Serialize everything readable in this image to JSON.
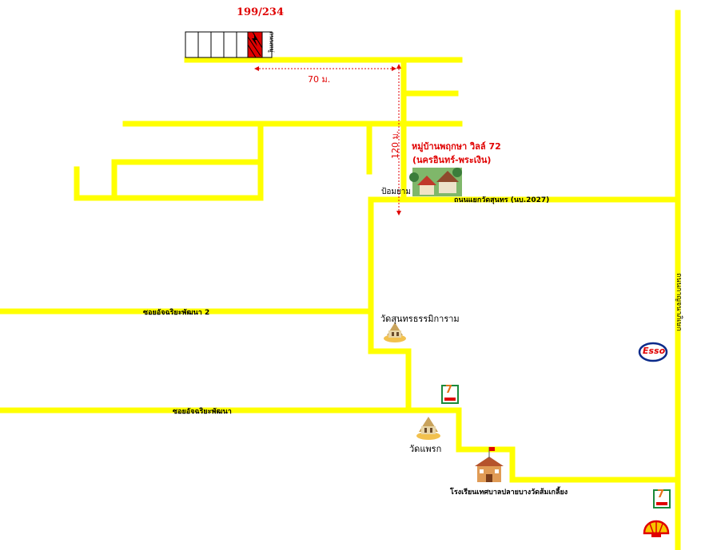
{
  "plot_number": "199/234",
  "plot_street_label": "ถนนหมู่",
  "distances": {
    "horizontal": "70 ม.",
    "vertical": "120 ม."
  },
  "village": {
    "name": "หมู่บ้านพฤกษา วิลล์ 72",
    "subname": "(นครอินทร์-พระเงิน)"
  },
  "labels": {
    "bus_stop": "ป้อมยาม",
    "main_road": "ถนนแยกวัดสุนทร (นบ.2027)",
    "soi_2": "ซอยอัจฉริยะพัฒนา 2",
    "soi_1": "ซอยอัจฉริยะพัฒนา",
    "temple_1": "วัดสุนทรธรรมิการาม",
    "temple_2": "วัดแพรก",
    "school": "โรงเรียนเทศบาลปลายบางวัดส้มเกลี้ยง",
    "right_road": "ถนนกาญจนาภิเษก"
  },
  "brands": {
    "esso": "Esso",
    "seven": "7"
  },
  "colors": {
    "road": "#ffff00",
    "accent": "#e00000",
    "building": "#e00000"
  }
}
